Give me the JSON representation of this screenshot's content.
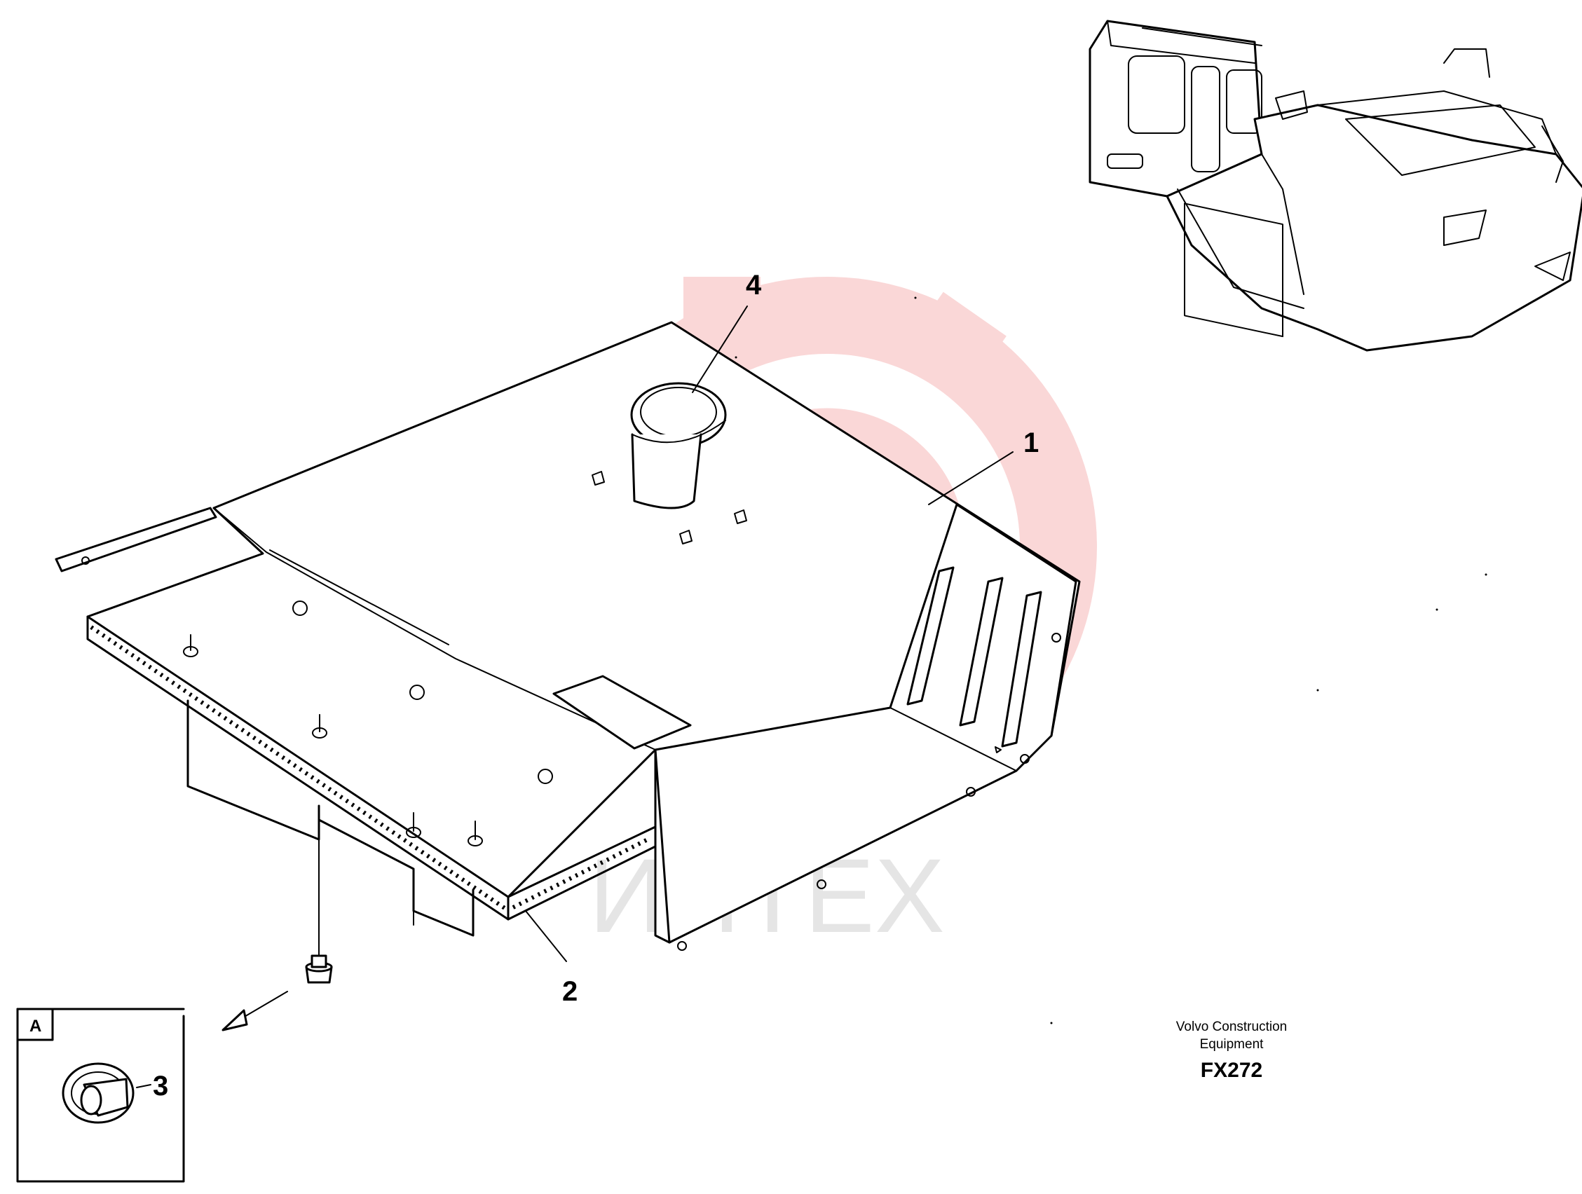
{
  "diagram": {
    "callouts": [
      {
        "id": "1",
        "label": "1"
      },
      {
        "id": "2",
        "label": "2"
      },
      {
        "id": "3",
        "label": "3"
      },
      {
        "id": "4",
        "label": "4"
      }
    ],
    "detail_tag": "A",
    "credit_line1": "Volvo Construction",
    "credit_line2": "Equipment",
    "drawing_code": "FX272",
    "watermark_text": "ИНТЕХ",
    "colors": {
      "line": "#000000",
      "watermark_red": "#f4a6a6",
      "watermark_gray": "#cfcfcf",
      "background": "#ffffff"
    }
  }
}
